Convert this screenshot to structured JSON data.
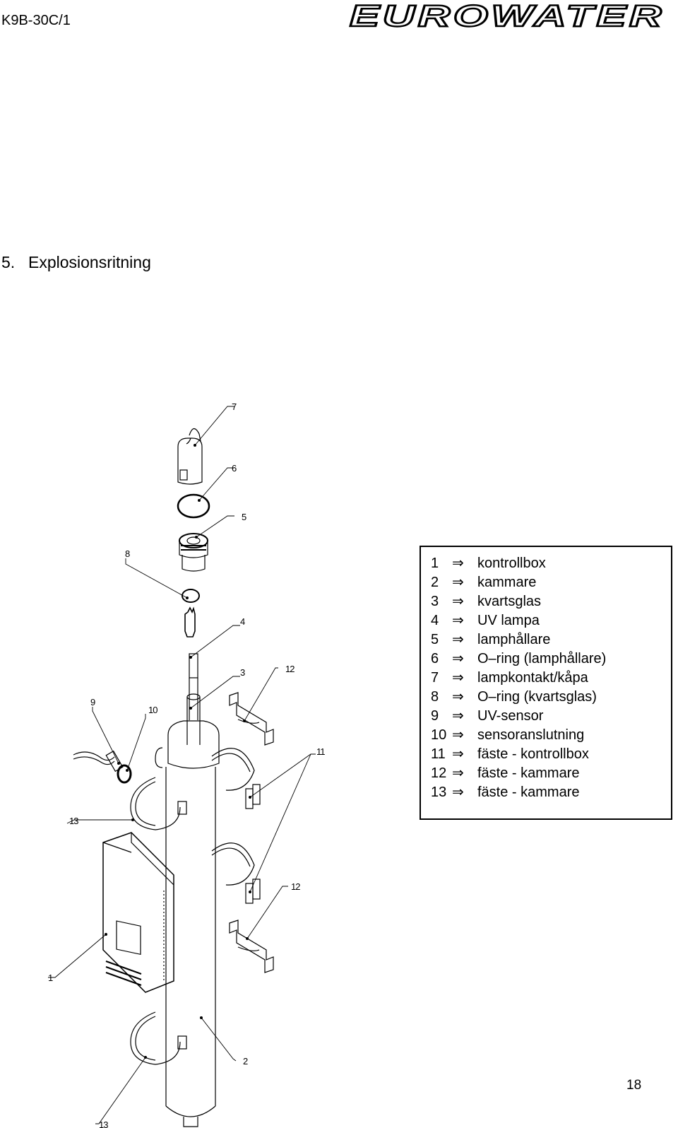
{
  "header": {
    "doc_code": "K9B-30C/1",
    "logo_text": "EUROWATER"
  },
  "section": {
    "number": "5.",
    "title": "Explosionsritning"
  },
  "callouts": [
    "7",
    "6",
    "5",
    "8",
    "4",
    "3",
    "12",
    "9",
    "10",
    "11",
    "13",
    "12",
    "1",
    "2",
    "13"
  ],
  "legend": {
    "arrow": "⇒",
    "items": [
      {
        "num": "1",
        "text": "kontrollbox"
      },
      {
        "num": "2",
        "text": "kammare"
      },
      {
        "num": "3",
        "text": "kvartsglas"
      },
      {
        "num": "4",
        "text": "UV lampa"
      },
      {
        "num": "5",
        "text": "lamphållare"
      },
      {
        "num": "6",
        "text": "O–ring (lamphållare)"
      },
      {
        "num": "7",
        "text": "lampkontakt/kåpa"
      },
      {
        "num": "8",
        "text": "O–ring (kvartsglas)"
      },
      {
        "num": "9",
        "text": "UV-sensor"
      },
      {
        "num": "10",
        "text": "sensoranslutning"
      },
      {
        "num": "11",
        "text": "fäste - kontrollbox"
      },
      {
        "num": "12",
        "text": "fäste - kammare"
      },
      {
        "num": "13",
        "text": "fäste - kammare"
      }
    ]
  },
  "footer": {
    "page_number": "18"
  }
}
